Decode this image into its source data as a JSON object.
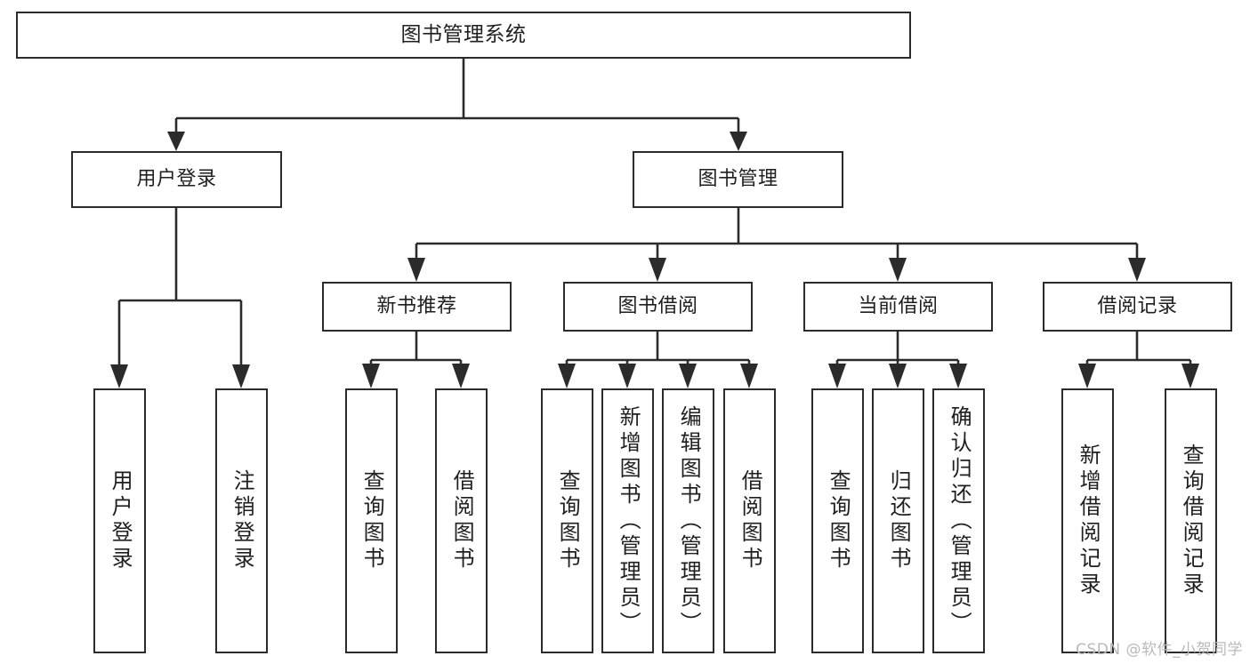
{
  "diagram": {
    "type": "tree",
    "title": "图书管理系统",
    "root": {
      "label": "图书管理系统"
    },
    "level2": [
      {
        "label": "用户登录"
      },
      {
        "label": "图书管理"
      }
    ],
    "level3": [
      {
        "label": "新书推荐"
      },
      {
        "label": "图书借阅"
      },
      {
        "label": "当前借阅"
      },
      {
        "label": "借阅记录"
      }
    ],
    "leaves": {
      "user_login": [
        {
          "label": "用户登录"
        },
        {
          "label": "注销登录"
        }
      ],
      "new_book_recommend": [
        {
          "label": "查询图书"
        },
        {
          "label": "借阅图书"
        }
      ],
      "book_borrow": [
        {
          "label": "查询图书"
        },
        {
          "label": "新增图书（管理员）"
        },
        {
          "label": "编辑图书（管理员）"
        },
        {
          "label": "借阅图书"
        }
      ],
      "current_borrow": [
        {
          "label": "查询图书"
        },
        {
          "label": "归还图书"
        },
        {
          "label": "确认归还（管理员）"
        }
      ],
      "borrow_record": [
        {
          "label": "新增借阅记录"
        },
        {
          "label": "查询借阅记录"
        }
      ]
    }
  },
  "watermark": {
    "text": "CSDN @软件_小贺同学"
  },
  "colors": {
    "stroke": "#2b2b2b",
    "fill": "#ffffff",
    "text": "#1f1f1f",
    "watermark": "#b9b9b9"
  }
}
